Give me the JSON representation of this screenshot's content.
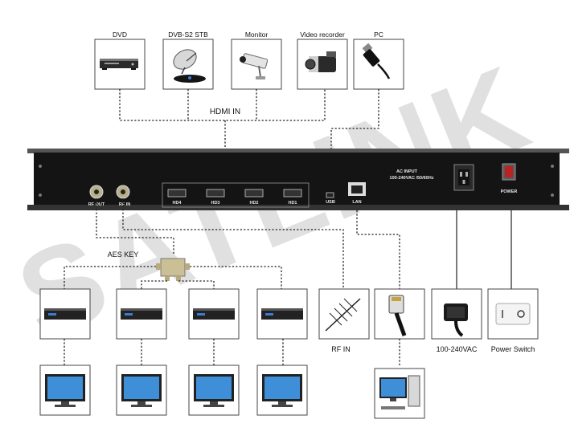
{
  "watermark": "SATLINK",
  "top_sources": [
    {
      "label": "DVD",
      "icon": "dvd-player-icon"
    },
    {
      "label": "DVB-S2 STB",
      "icon": "satellite-dish-icon"
    },
    {
      "label": "Monitor",
      "icon": "cctv-camera-icon"
    },
    {
      "label": "Video recorder",
      "icon": "camcorder-icon"
    },
    {
      "label": "PC",
      "icon": "usb-cable-icon"
    }
  ],
  "hdmi_in_label": "HDMI IN",
  "device_panel": {
    "ports": {
      "rf_out": "RF OUT",
      "rf_in": "RF IN",
      "hdmi": [
        "HD4",
        "HD3",
        "HD2",
        "HD1"
      ],
      "usb": "USB",
      "lan": "LAN",
      "ac_input_title": "AC INPUT",
      "ac_input_spec": "100-240VAC /50/60Hz",
      "power": "POWER"
    }
  },
  "aes_key_label": "AES KEY",
  "bottom_labels": {
    "rf_in": "RF IN",
    "ac": "100-240VAC",
    "power_switch": "Power Switch"
  },
  "colors": {
    "panel": "#141414",
    "watermark": "#c8c8c8",
    "lines": "#222222"
  }
}
